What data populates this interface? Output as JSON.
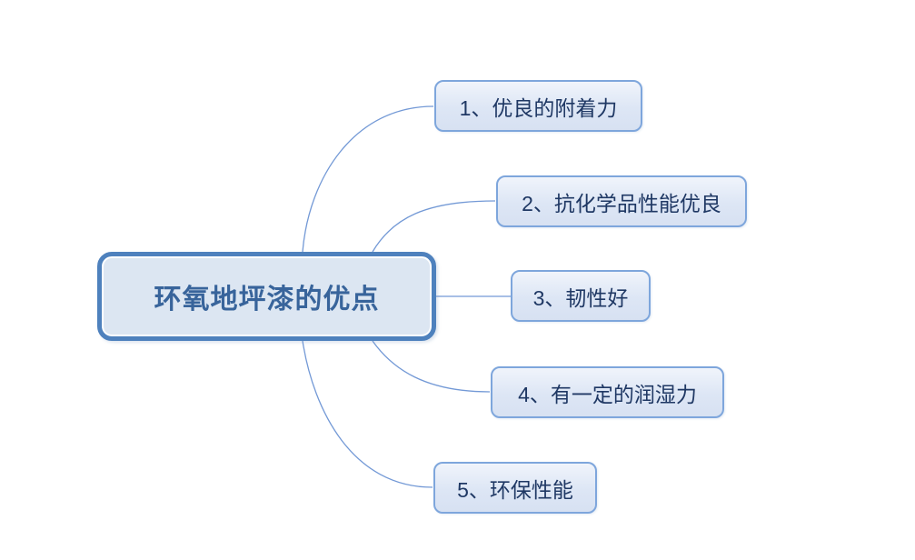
{
  "diagram": {
    "type": "mindmap",
    "root": {
      "label": "环氧地坪漆的优点"
    },
    "branches": [
      {
        "label": "1、优良的附着力"
      },
      {
        "label": "2、抗化学品性能优良"
      },
      {
        "label": "3、韧性好"
      },
      {
        "label": "4、有一定的润湿力"
      },
      {
        "label": "5、环保性能"
      }
    ],
    "colors": {
      "root_border": "#4e81bd",
      "root_fill": "#dce6f2",
      "root_text": "#38649b",
      "branch_border": "#7ea6dc",
      "branch_fill": "#dde6f5",
      "branch_text": "#1f3864",
      "connector": "#7399d6",
      "background": "#ffffff"
    }
  }
}
